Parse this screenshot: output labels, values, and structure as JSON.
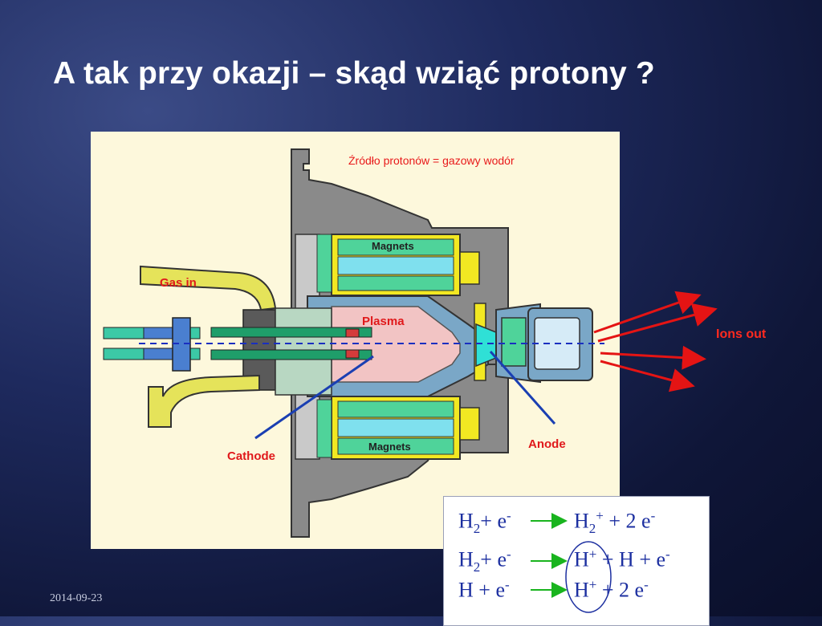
{
  "slide": {
    "title": "A tak przy okazji – skąd wziąć protony ?",
    "date": "2014-09-23"
  },
  "diagram": {
    "caption": "Źródło protonów = gazowy wodór",
    "labels": {
      "gas_in": "Gas in",
      "plasma": "Plasma",
      "magnets_top": "Magnets",
      "magnets_bottom": "Magnets",
      "cathode": "Cathode",
      "anode": "Anode",
      "ions_out": "Ions out"
    },
    "colors": {
      "panel_bg": "#fdf8dc",
      "housing": "#8a8a8a",
      "magnet_green": "#4fd39a",
      "magnet_cyan": "#7fe0ee",
      "magnet_frame": "#f2e822",
      "plasma": "#f2c4c4",
      "chamber_blue": "#7aa7c7",
      "gas_pipe": "#e5e35a",
      "arrow_red": "#e41414",
      "pointer_blue": "#1a3fb2",
      "beam_line": "#1a2fc0"
    }
  },
  "equations": [
    {
      "left": "H",
      "left_sub": "2",
      "plus1": "+",
      "e": "e",
      "e_sup": "-",
      "right": "H",
      "right_sub": "2",
      "right_sup": "+",
      "plus2": "+",
      "extra": "2 e",
      "extra_sup": "-"
    },
    {
      "left": "H",
      "left_sub": "2",
      "plus1": "+",
      "e": "e",
      "e_sup": "-",
      "right": "H",
      "right_sup": "+",
      "plus2": "+",
      "extra": "H",
      "plus3": "+ e",
      "extra_sup": "-"
    },
    {
      "left": "H",
      "plus1": "+",
      "e": "e",
      "e_sup": "-",
      "right": "H",
      "right_sup": "+",
      "plus2": "+",
      "extra": "2 e",
      "extra_sup": "-"
    }
  ]
}
